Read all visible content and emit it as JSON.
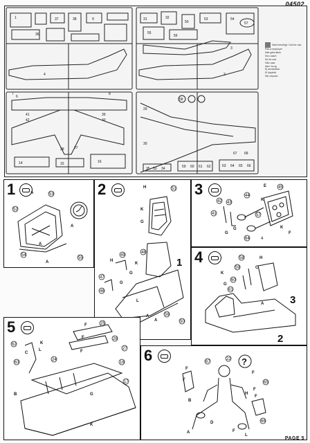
{
  "catalog_number": "04502",
  "page_label": "PAGE 5",
  "sprue_tree": {
    "left_labels": [
      "1",
      "36",
      "37",
      "38",
      "6",
      "9",
      "7",
      "8",
      "41",
      "42",
      "39",
      "40",
      "4",
      "28",
      "27",
      "14",
      "15",
      "16"
    ],
    "right_labels": [
      "2",
      "3",
      "29",
      "30",
      "31",
      "32",
      "50",
      "53",
      "54",
      "55",
      "56",
      "57",
      "58",
      "35",
      "33",
      "34",
      "59",
      "60",
      "61",
      "62",
      "63",
      "64",
      "65",
      "66",
      "67",
      "68"
    ],
    "legend": [
      "Nicht benötigt / Not for use",
      "Pas à employer",
      "Niet gebruiken",
      "Non usare",
      "No se usa",
      "Não usar",
      "Ikke i brug",
      "Ej användbar",
      "Ei käytetä",
      "Nie używać"
    ]
  },
  "steps": [
    {
      "number": "1",
      "callouts": [
        "52",
        "53",
        "54",
        "55"
      ],
      "part_codes": [
        "A",
        "A",
        "A",
        "A"
      ]
    },
    {
      "number": "2",
      "callouts": [
        "51",
        "48",
        "49",
        "47",
        "46",
        "50",
        "56"
      ],
      "part_codes": [
        "H",
        "K",
        "G",
        "H",
        "K",
        "G",
        "G",
        "L",
        "A",
        "A"
      ],
      "sub_label": "1"
    },
    {
      "number": "3",
      "callouts": [
        "45",
        "44",
        "43",
        "42",
        "41",
        "57",
        "64",
        "4"
      ],
      "part_codes": [
        "E",
        "K",
        "K",
        "G",
        "G",
        "F"
      ]
    },
    {
      "number": "4",
      "callouts": [
        "58",
        "59",
        "60",
        "61"
      ],
      "part_codes": [
        "H",
        "K",
        "G",
        "C",
        "A"
      ],
      "sub_labels": [
        "3",
        "2"
      ]
    },
    {
      "number": "5",
      "callouts": [
        "62",
        "63",
        "24",
        "25",
        "26",
        "27",
        "16",
        "17"
      ],
      "part_codes": [
        "C",
        "K",
        "L",
        "F",
        "F",
        "F",
        "B",
        "G",
        "K"
      ]
    },
    {
      "number": "6",
      "callouts": [
        "67",
        "22",
        "65",
        "66"
      ],
      "part_codes": [
        "F",
        "F",
        "B",
        "A",
        "F",
        "F",
        "F",
        "H",
        "D",
        "F",
        "L"
      ],
      "question": "?"
    }
  ]
}
